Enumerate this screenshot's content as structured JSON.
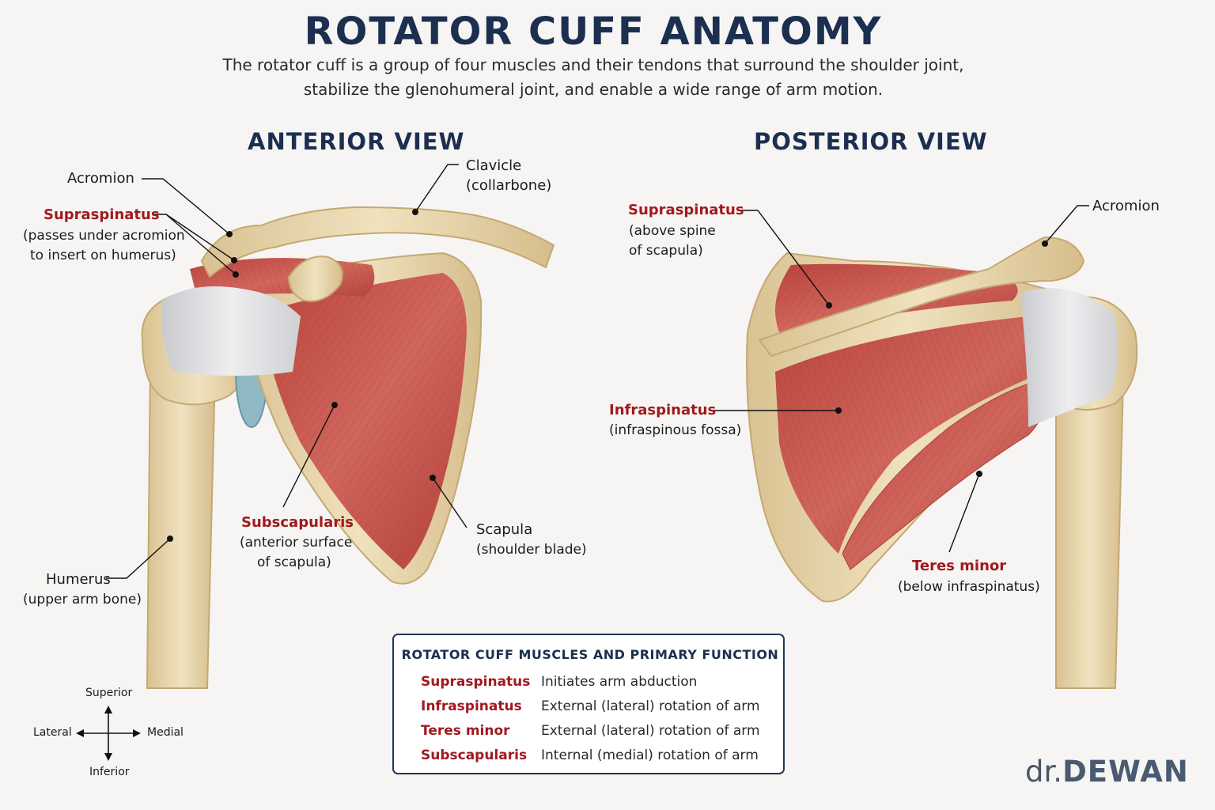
{
  "header": {
    "title": "ROTATOR CUFF ANATOMY",
    "intro_line1": "The rotator cuff is a group of four muscles and their tendons that surround the shoulder joint,",
    "intro_line2": "stabilize the glenohumeral joint, and enable a wide range of arm motion."
  },
  "anterior": {
    "title": "ANTERIOR VIEW",
    "acromion": "Acromion",
    "clavicle": "Clavicle",
    "clavicle_sub": "(collarbone)",
    "supraspinatus": "Supraspinatus",
    "supraspinatus_sub1": "(passes under acromion",
    "supraspinatus_sub2": "to insert on humerus)",
    "subscapularis": "Subscapularis",
    "subscapularis_sub1": "(anterior surface",
    "subscapularis_sub2": "of scapula)",
    "scapula": "Scapula",
    "scapula_sub": "(shoulder blade)",
    "humerus": "Humerus",
    "humerus_sub": "(upper arm bone)"
  },
  "posterior": {
    "title": "POSTERIOR VIEW",
    "supraspinatus": "Supraspinatus",
    "supraspinatus_sub1": "(above spine",
    "supraspinatus_sub2": "of scapula)",
    "acromion": "Acromion",
    "infraspinatus": "Infraspinatus",
    "infraspinatus_sub": "(infraspinous fossa)",
    "teres_minor": "Teres minor",
    "teres_minor_sub": "(below infraspinatus)"
  },
  "compass": {
    "superior": "Superior",
    "inferior": "Inferior",
    "lateral": "Lateral",
    "medial": "Medial"
  },
  "table": {
    "title": "ROTATOR CUFF MUSCLES AND PRIMARY FUNCTION",
    "rows": [
      {
        "muscle": "Supraspinatus",
        "function": "Initiates arm abduction"
      },
      {
        "muscle": "Infraspinatus",
        "function": "External (lateral) rotation of arm"
      },
      {
        "muscle": "Teres minor",
        "function": "External (lateral) rotation of arm"
      },
      {
        "muscle": "Subscapularis",
        "function": "Internal (medial) rotation of arm"
      }
    ]
  },
  "brand": {
    "prefix": "dr.",
    "name": "DEWAN"
  },
  "colors": {
    "title_navy": "#1c2f50",
    "muscle_red": "#a0191e",
    "muscle_fill": "#c9574f",
    "bone": "#e6d3a8",
    "tendon": "#dcdde0"
  }
}
